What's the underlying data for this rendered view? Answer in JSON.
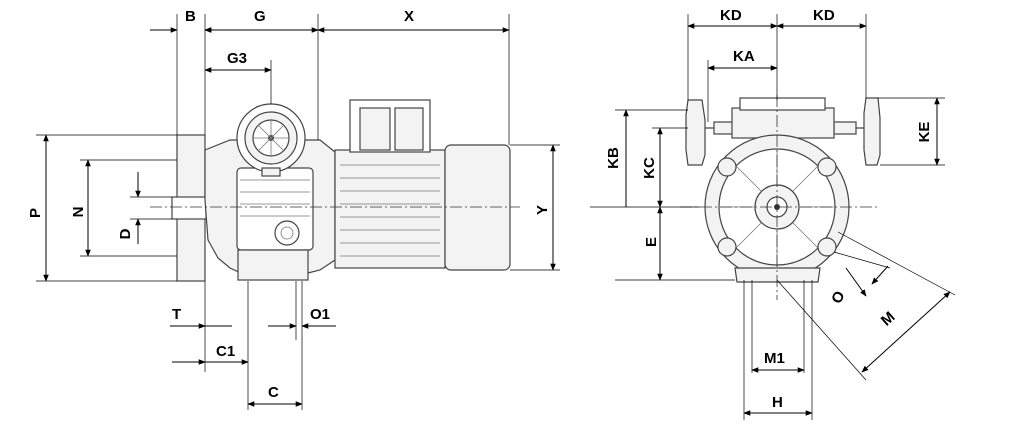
{
  "dimensions": {
    "B": "B",
    "G": "G",
    "X": "X",
    "G3": "G3",
    "P": "P",
    "N": "N",
    "D": "D",
    "Y": "Y",
    "T": "T",
    "O1": "O1",
    "C1": "C1",
    "C": "C",
    "KD_left": "KD",
    "KD_right": "KD",
    "KA": "KA",
    "KB": "KB",
    "KC": "KC",
    "KE": "KE",
    "E": "E",
    "O": "O",
    "M": "M",
    "M1": "M1",
    "H": "H"
  }
}
